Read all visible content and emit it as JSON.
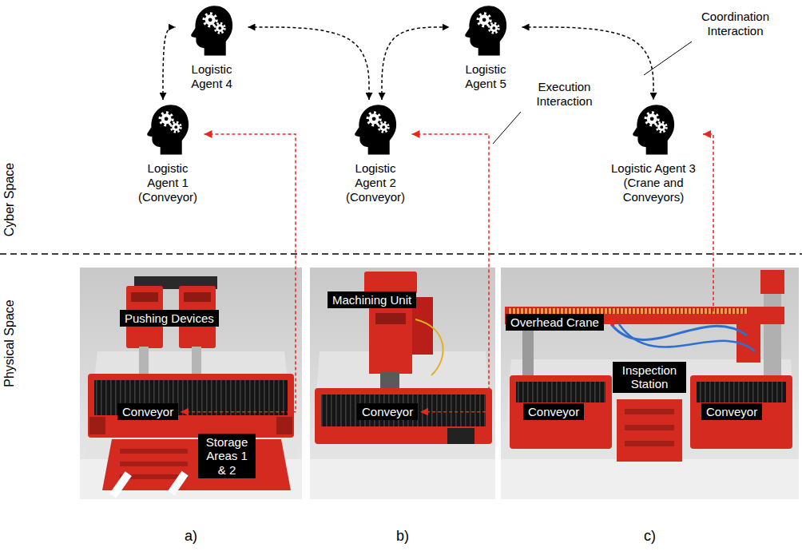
{
  "diagram": {
    "nodes": [
      {
        "text": [
          "Logistic Agent 1 (Conveyor)"
        ]
      },
      {
        "text": [
          "Logistic Agent 4"
        ]
      },
      {
        "text": [
          "Logistic Agent 2 (Conveyor)"
        ]
      },
      {
        "text": [
          "Logistic Agent 5"
        ]
      },
      {
        "text": [
          "Logistic Agent 3 (Crane and Conveyors)"
        ]
      },
      {
        "text": [
          "a)"
        ]
      },
      {
        "text": [
          "Pushing Devices"
        ],
        "in": 5
      },
      {
        "text": [
          "Conveyor"
        ],
        "in": 5
      },
      {
        "text": [
          "Storage Areas 1 & 2"
        ],
        "in": 5
      },
      {
        "text": [
          "b)"
        ]
      },
      {
        "text": [
          "Machining Unit"
        ],
        "in": 9
      },
      {
        "text": [
          "Conveyor"
        ],
        "in": 9
      },
      {
        "text": [
          "c)"
        ]
      },
      {
        "text": [
          "Overhead Crane"
        ],
        "in": 12
      },
      {
        "text": [
          "Inspection Station"
        ],
        "in": 12
      },
      {
        "text": [
          "Conveyor"
        ],
        "in": 12
      },
      {
        "text": [
          "Conveyor"
        ],
        "in": 12
      }
    ],
    "edges": [
      {
        "from": 0,
        "to": 1,
        "arrow": "both"
      },
      {
        "from": 1,
        "to": 2,
        "arrow": "both"
      },
      {
        "from": 2,
        "to": 3,
        "arrow": "both"
      },
      {
        "from": 3,
        "to": 4,
        "arrow": "both"
      },
      {
        "from": 0,
        "to": 7,
        "arrow": "both"
      },
      {
        "from": 2,
        "to": 11,
        "arrow": "both"
      },
      {
        "from": 4,
        "to": 13,
        "arrow": "both"
      }
    ],
    "labels": [
      "Coordination Interaction",
      "Execution Interaction",
      "Cyber Space",
      "Physical Space"
    ]
  }
}
